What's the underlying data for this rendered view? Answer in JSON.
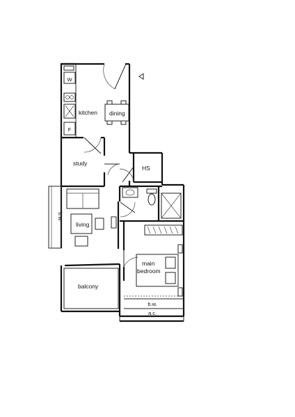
{
  "rooms": {
    "kitchen": "kitchen",
    "dining": "dining",
    "study": "study",
    "hs": "HS",
    "living": "living",
    "main_bedroom_line1": "main",
    "main_bedroom_line2": "bedroom",
    "balcony": "balcony"
  },
  "fixtures": {
    "washer": "W",
    "fridge": "F",
    "bay_window_left": "b.w.",
    "bay_window_bottom": "b.w.",
    "aircon_ledge": "a.c."
  }
}
